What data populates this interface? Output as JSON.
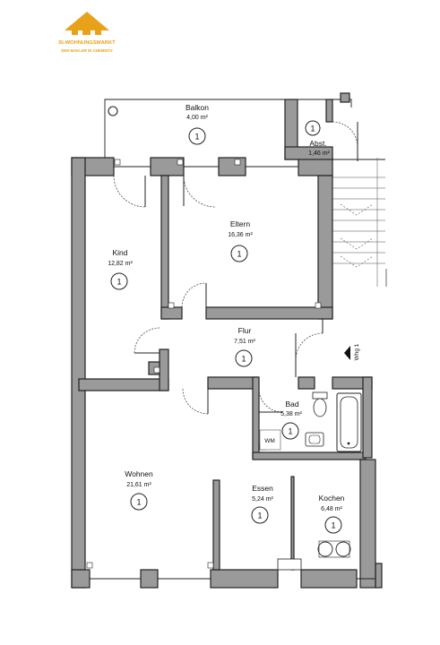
{
  "logo": {
    "name": "SI-WOHNUNGSMARKT",
    "tagline": "DER MAKLER IN CHEMNITZ",
    "color": "#e8a21a"
  },
  "plan": {
    "staircase_label": "Whg 1",
    "wm_label": "WM",
    "rooms": [
      {
        "name": "Balkon",
        "area": "4,00 m²",
        "badge": "1"
      },
      {
        "name": "Abst.",
        "area": "1,46 m²",
        "badge": "1"
      },
      {
        "name": "Eltern",
        "area": "16,36 m²",
        "badge": "1"
      },
      {
        "name": "Kind",
        "area": "12,82 m²",
        "badge": "1"
      },
      {
        "name": "Flur",
        "area": "7,51 m²",
        "badge": "1"
      },
      {
        "name": "Bad",
        "area": "5,38 m²",
        "badge": "1"
      },
      {
        "name": "Wohnen",
        "area": "21,61 m²",
        "badge": "1"
      },
      {
        "name": "Essen",
        "area": "5,24 m²",
        "badge": "1"
      },
      {
        "name": "Kochen",
        "area": "6,48 m²",
        "badge": "1"
      }
    ]
  }
}
